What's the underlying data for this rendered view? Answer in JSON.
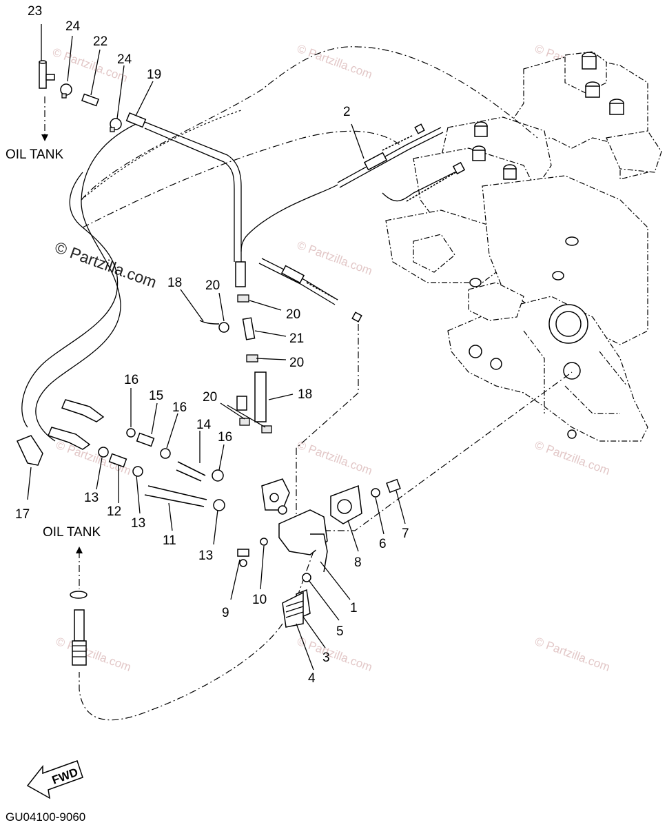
{
  "diagram": {
    "callouts": [
      {
        "id": "c1",
        "text": "1"
      },
      {
        "id": "c2",
        "text": "2"
      },
      {
        "id": "c3",
        "text": "3"
      },
      {
        "id": "c4",
        "text": "4"
      },
      {
        "id": "c5",
        "text": "5"
      },
      {
        "id": "c6",
        "text": "6"
      },
      {
        "id": "c7",
        "text": "7"
      },
      {
        "id": "c8",
        "text": "8"
      },
      {
        "id": "c9",
        "text": "9"
      },
      {
        "id": "c10",
        "text": "10"
      },
      {
        "id": "c11",
        "text": "11"
      },
      {
        "id": "c12",
        "text": "12"
      },
      {
        "id": "c13a",
        "text": "13"
      },
      {
        "id": "c13b",
        "text": "13"
      },
      {
        "id": "c13c",
        "text": "13"
      },
      {
        "id": "c14",
        "text": "14"
      },
      {
        "id": "c15",
        "text": "15"
      },
      {
        "id": "c16a",
        "text": "16"
      },
      {
        "id": "c16b",
        "text": "16"
      },
      {
        "id": "c16c",
        "text": "16"
      },
      {
        "id": "c17",
        "text": "17"
      },
      {
        "id": "c18a",
        "text": "18"
      },
      {
        "id": "c18b",
        "text": "18"
      },
      {
        "id": "c19",
        "text": "19"
      },
      {
        "id": "c20a",
        "text": "20"
      },
      {
        "id": "c20b",
        "text": "20"
      },
      {
        "id": "c20c",
        "text": "20"
      },
      {
        "id": "c21",
        "text": "21"
      },
      {
        "id": "c22",
        "text": "22"
      },
      {
        "id": "c23",
        "text": "23"
      },
      {
        "id": "c24a",
        "text": "24"
      },
      {
        "id": "c24b",
        "text": "24"
      }
    ],
    "labels": {
      "oil_tank_top": "OIL TANK",
      "oil_tank_bottom": "OIL TANK",
      "fwd": "FWD",
      "drawing_code": "GU04100-9060"
    },
    "watermark": {
      "text": "© Partzilla.com",
      "color": "#e2c7c7"
    }
  }
}
